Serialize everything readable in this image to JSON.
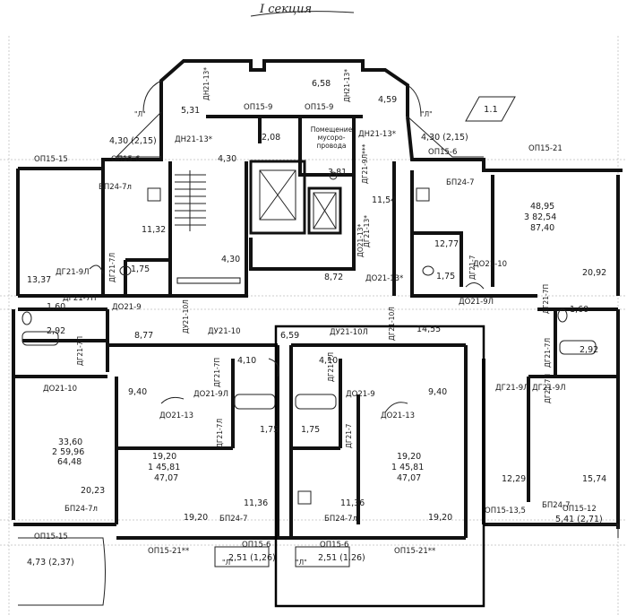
{
  "header": {
    "section_title": "I секция"
  },
  "highlight_box": {
    "label": "1.1"
  },
  "rooms": {
    "stair_left_top": "5,31",
    "stair_right_top": "6,58",
    "lobby_top": "2,08",
    "right_hall_top": "4,59",
    "stair_width": "4,30",
    "stair_bottom": "4,30",
    "garbage_room": "Помещение мусоро-провода",
    "garbage_area": "3,81",
    "corridor_right": "11,54",
    "corridor_bottom": "8,72",
    "left_apt_kitchen": "11,32",
    "left_apt_room": "13,37",
    "left_bath": "1,60",
    "left_wc": "2,92",
    "left_hall": "8,77",
    "left_closet": "1,75",
    "left_big": {
      "a": "33,60",
      "b": "2 59,96",
      "c": "64,48"
    },
    "left_bottom_room": "20,23",
    "right_big": {
      "a": "48,95",
      "b": "3 82,54",
      "c": "87,40"
    },
    "right_kitchen": "12,77",
    "right_closet": "1,75",
    "right_room": "20,92",
    "right_bath": "1,60",
    "right_wc": "2,92",
    "right_hall": "14,55",
    "center_hall": "6,59",
    "apt_a": {
      "hall": "9,40",
      "bath": "4,10",
      "closet": "1,75",
      "kitchen": "11,36",
      "room": "19,20",
      "totals": {
        "a": "19,20",
        "b": "1 45,81",
        "c": "47,07"
      }
    },
    "apt_b": {
      "hall": "9,40",
      "bath": "4,10",
      "closet": "1,75",
      "kitchen": "11,36",
      "room": "19,20",
      "totals": {
        "a": "19,20",
        "b": "1 45,81",
        "c": "47,07"
      }
    },
    "right_lower_kitchen": "12,29",
    "right_lower_room": "15,74",
    "left_loggia": "4,73 (2,37)",
    "loggia_a": "2,51 (1,26)",
    "loggia_b": "2,51 (1,26)",
    "right_loggia": "5,41 (2,71)",
    "balcony_left_top": "4,30 (2,15)",
    "balcony_right_top": "4,30 (2,15)"
  },
  "marks": {
    "op15_15": "ОП15-15",
    "op15_6_tl": "ОП15-6",
    "op15_9_a": "ОП15-9",
    "op15_9_b": "ОП15-9",
    "dn21_13_a": "ДН21-13*",
    "dn21_13_b": "ДН21-13*",
    "dn21_13_c": "ДН21-13*",
    "dn21_13_d": "ДН21-13*",
    "op15_6_tr": "ОП15-6",
    "op15_21_tr": "ОП15-21",
    "bp24_7_tl": "БП24-7л",
    "bp24_7_tr": "БП24-7",
    "dg21_9l_a": "ДГ21-9Л",
    "dg21_7l_a": "ДГ21-7Л",
    "dg21_7p_a": "ДГ21-7П",
    "do21_9_a": "ДО21-9",
    "dg21_9l_b": "ДГ21-9Л***",
    "do21_13_a": "ДО21-13*",
    "do21_13_b": "ДО21-13*",
    "dg21_13_c": "ДГ21-13*",
    "do21_10_a": "ДО21-10",
    "dg21_7_r": "ДГ21-7",
    "do21_9l_r": "ДО21-9Л",
    "dg21_7p_r": "ДГ21-7П",
    "dg21_7l_c": "ДГ21-7Л",
    "du21_10l_a": "ДУ21-10Л",
    "du21_10_a": "ДУ21-10",
    "du21_10l_b": "ДУ21-10Л",
    "dg21_10l": "ДГ21-10Л",
    "do21_10_b": "ДО21-10",
    "dg21_7p_l": "ДГ21-7П",
    "do21_13_c": "ДО21-13",
    "dg21_7p_c": "ДГ21-7П",
    "do21_9l_c": "ДО21-9Л",
    "dg21_7l_d": "ДГ21-7Л",
    "dg21_7l_e": "ДГ21-7Л",
    "do21_9_d": "ДО21-9",
    "dg21_7_e": "ДГ21-7",
    "do21_13_e": "ДО21-13",
    "dg21_9l_r1": "ДГ21-9Л",
    "dg21_9l_r2": "ДГ21-9Л",
    "dg21_7p_rr": "ДГ21-7П",
    "bp24_7l_a": "БП24-7л",
    "bp24_7_b": "БП24-7",
    "bp24_7l_c": "БП24-7л",
    "bp24_7_d": "БП24-7",
    "op15_15_bl": "ОП15-15",
    "op15_21_b1": "ОП15-21**",
    "op15_6_b1": "ОП15-6",
    "op15_6_b2": "ОП15-6",
    "op15_21_b2": "ОП15-21**",
    "op15_13": "ОП15-13,5",
    "op15_12": "ОП15-12",
    "l_mark": "\"Л\""
  }
}
